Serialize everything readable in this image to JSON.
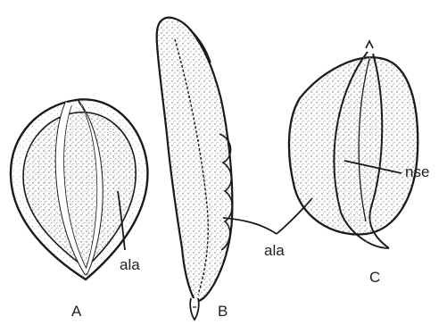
{
  "figure": {
    "labels": {
      "panel_a": "A",
      "panel_b": "B",
      "panel_c": "C",
      "ala_a": "ala",
      "ala_bc": "ala",
      "nse": "nse"
    },
    "colors": {
      "ink": "#1a1a1a",
      "stipple": "#7a7a7a",
      "paper": "#ffffff"
    }
  }
}
